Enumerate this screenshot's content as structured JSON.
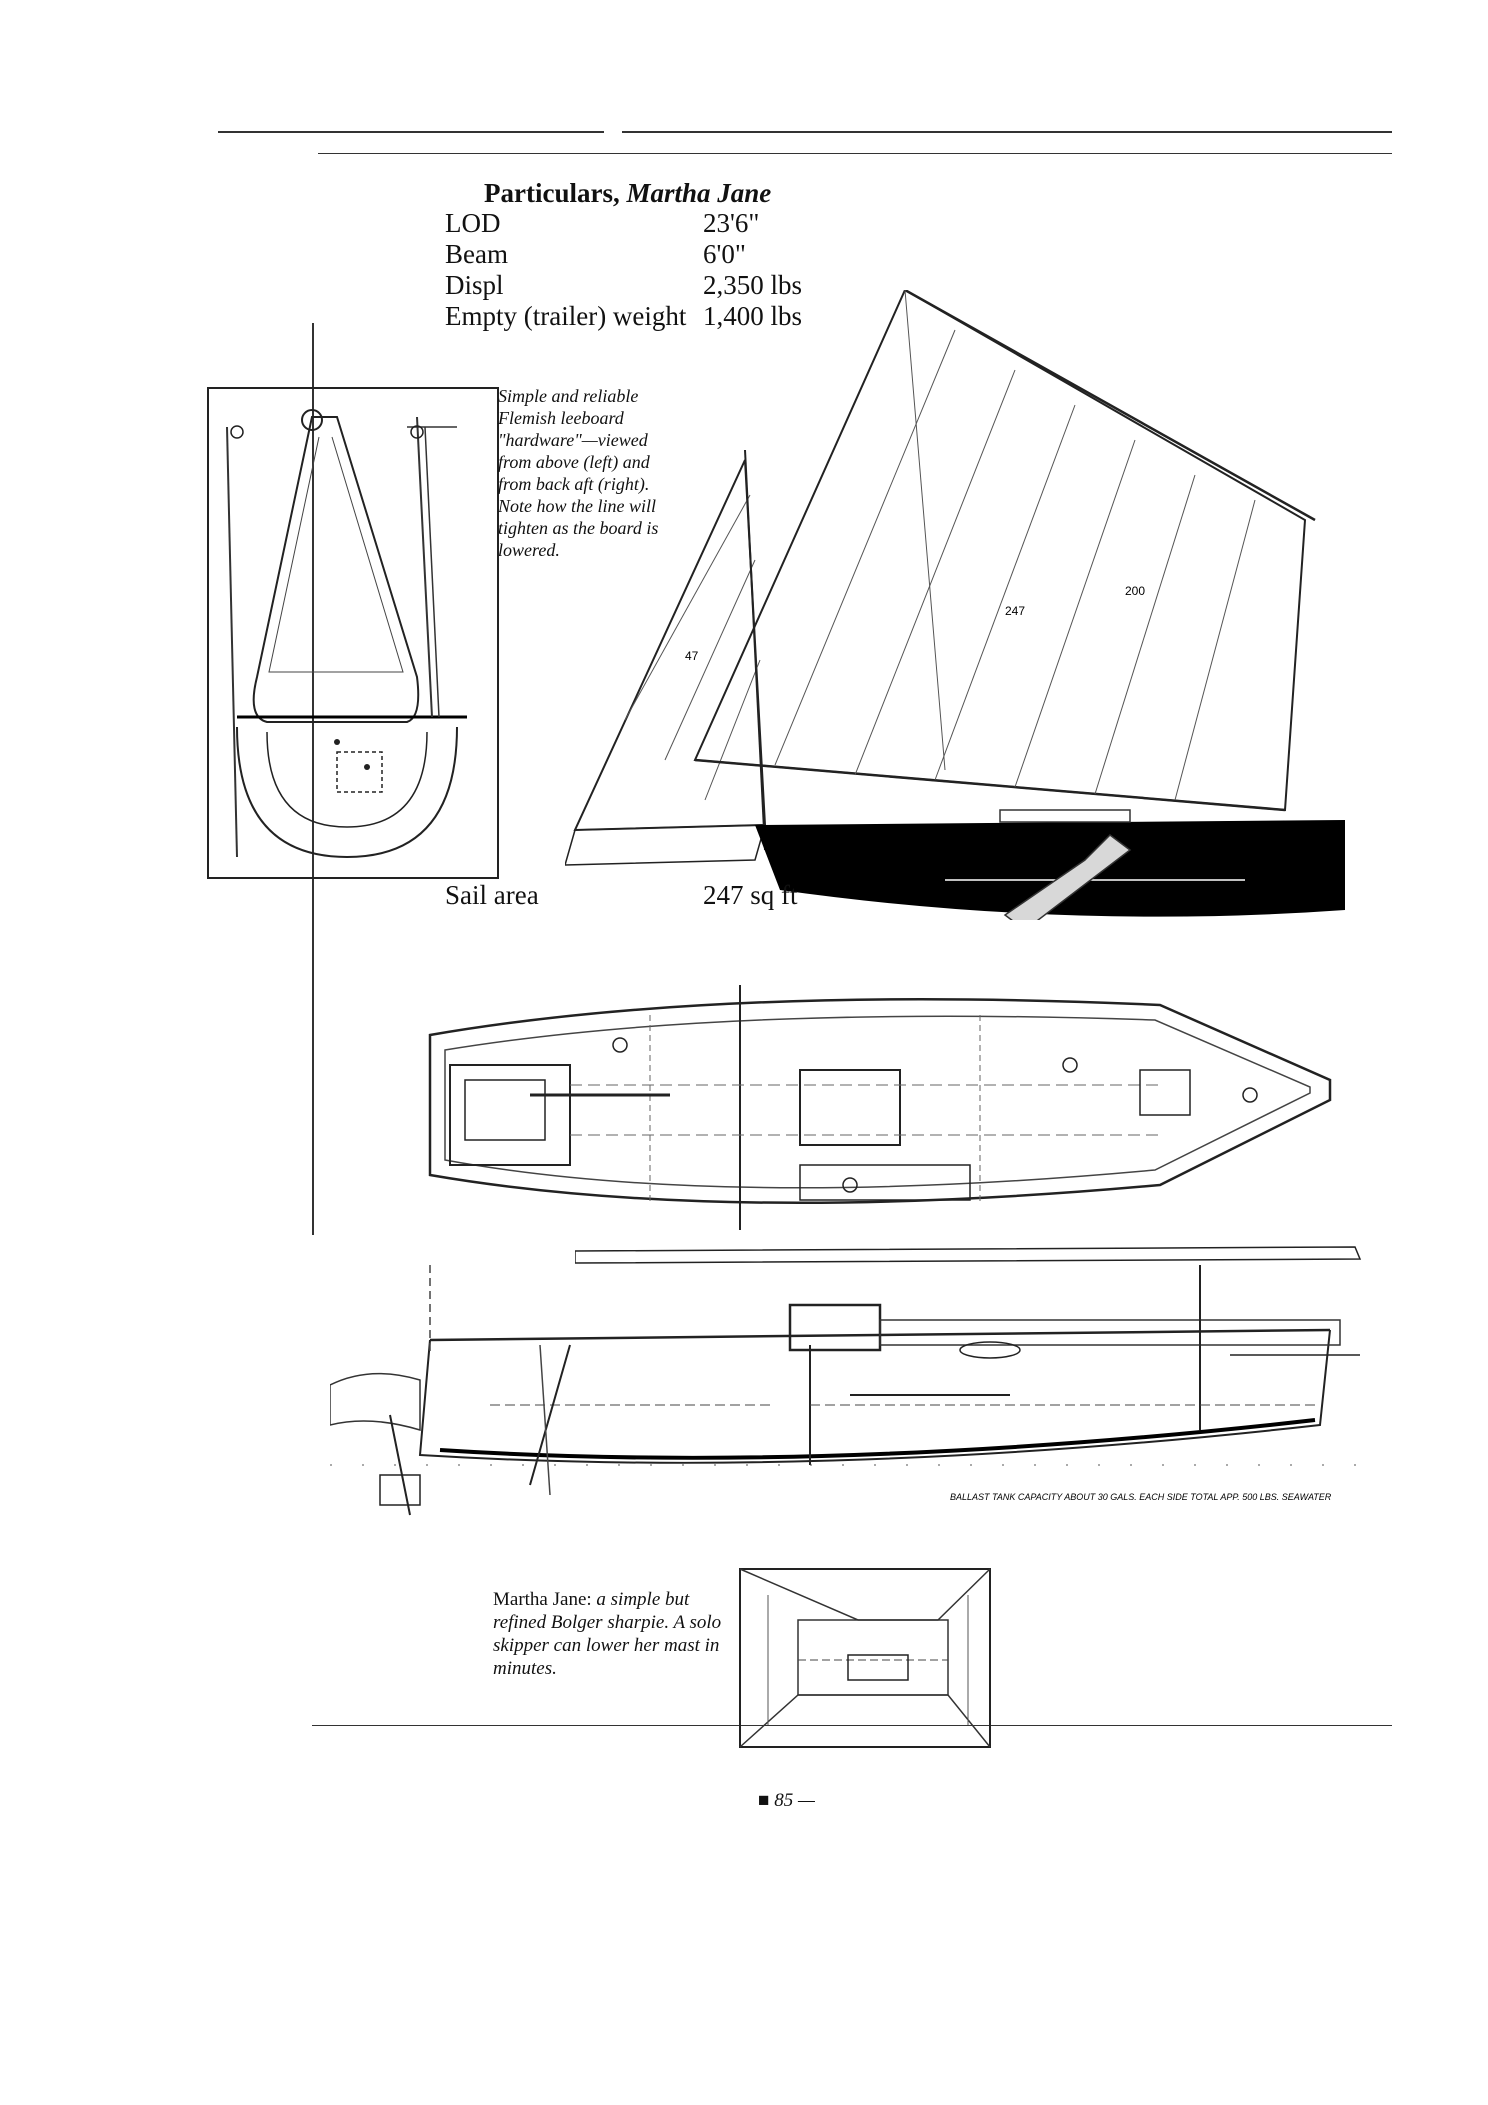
{
  "particulars": {
    "heading": "Particulars,",
    "boat_name": "Martha Jane",
    "rows": [
      {
        "label": "LOD",
        "value": "23'6\""
      },
      {
        "label": "Beam",
        "value": "6'0\""
      },
      {
        "label": "Displ",
        "value": "2,350 lbs"
      },
      {
        "label": "Empty (trailer) weight",
        "value": "1,400 lbs"
      }
    ],
    "sail_area": {
      "label": "Sail area",
      "value": "247 sq ft"
    }
  },
  "leeboard_caption": "Simple and reliable Flemish leeboard \"hardware\"—viewed from above (left) and from back aft (right). Note how the line will tighten as the board is lowered.",
  "bottom_caption": {
    "lead": "Martha Jane:",
    "text": "a simple but refined Bolger sharpie. A solo skipper can lower her mast in minutes."
  },
  "page_number": "■ 85 —",
  "drawing_labels": {
    "ballast": "BALLAST TANK CAPACITY ABOUT 30 GALS. EACH SIDE TOTAL APP. 500 LBS. SEAWATER",
    "mainsail_area": "200",
    "mainsail_area2": "247",
    "jib_area": "47"
  }
}
